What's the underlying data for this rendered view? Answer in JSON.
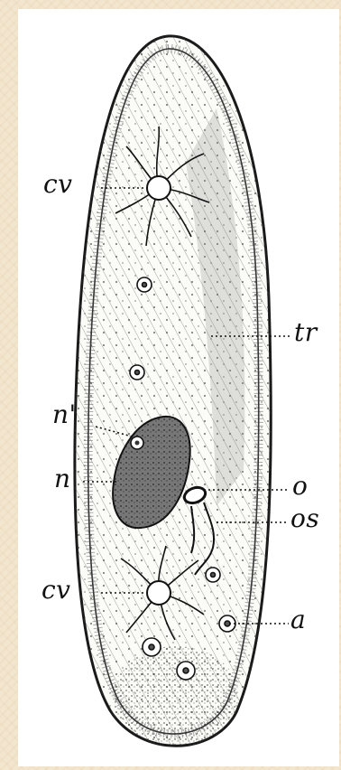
{
  "labels": {
    "cv_top": "cv",
    "tr": "tr",
    "n_prime": "n'",
    "n": "n",
    "o": "o",
    "os": "os",
    "cv_bottom": "cv",
    "a": "a"
  }
}
